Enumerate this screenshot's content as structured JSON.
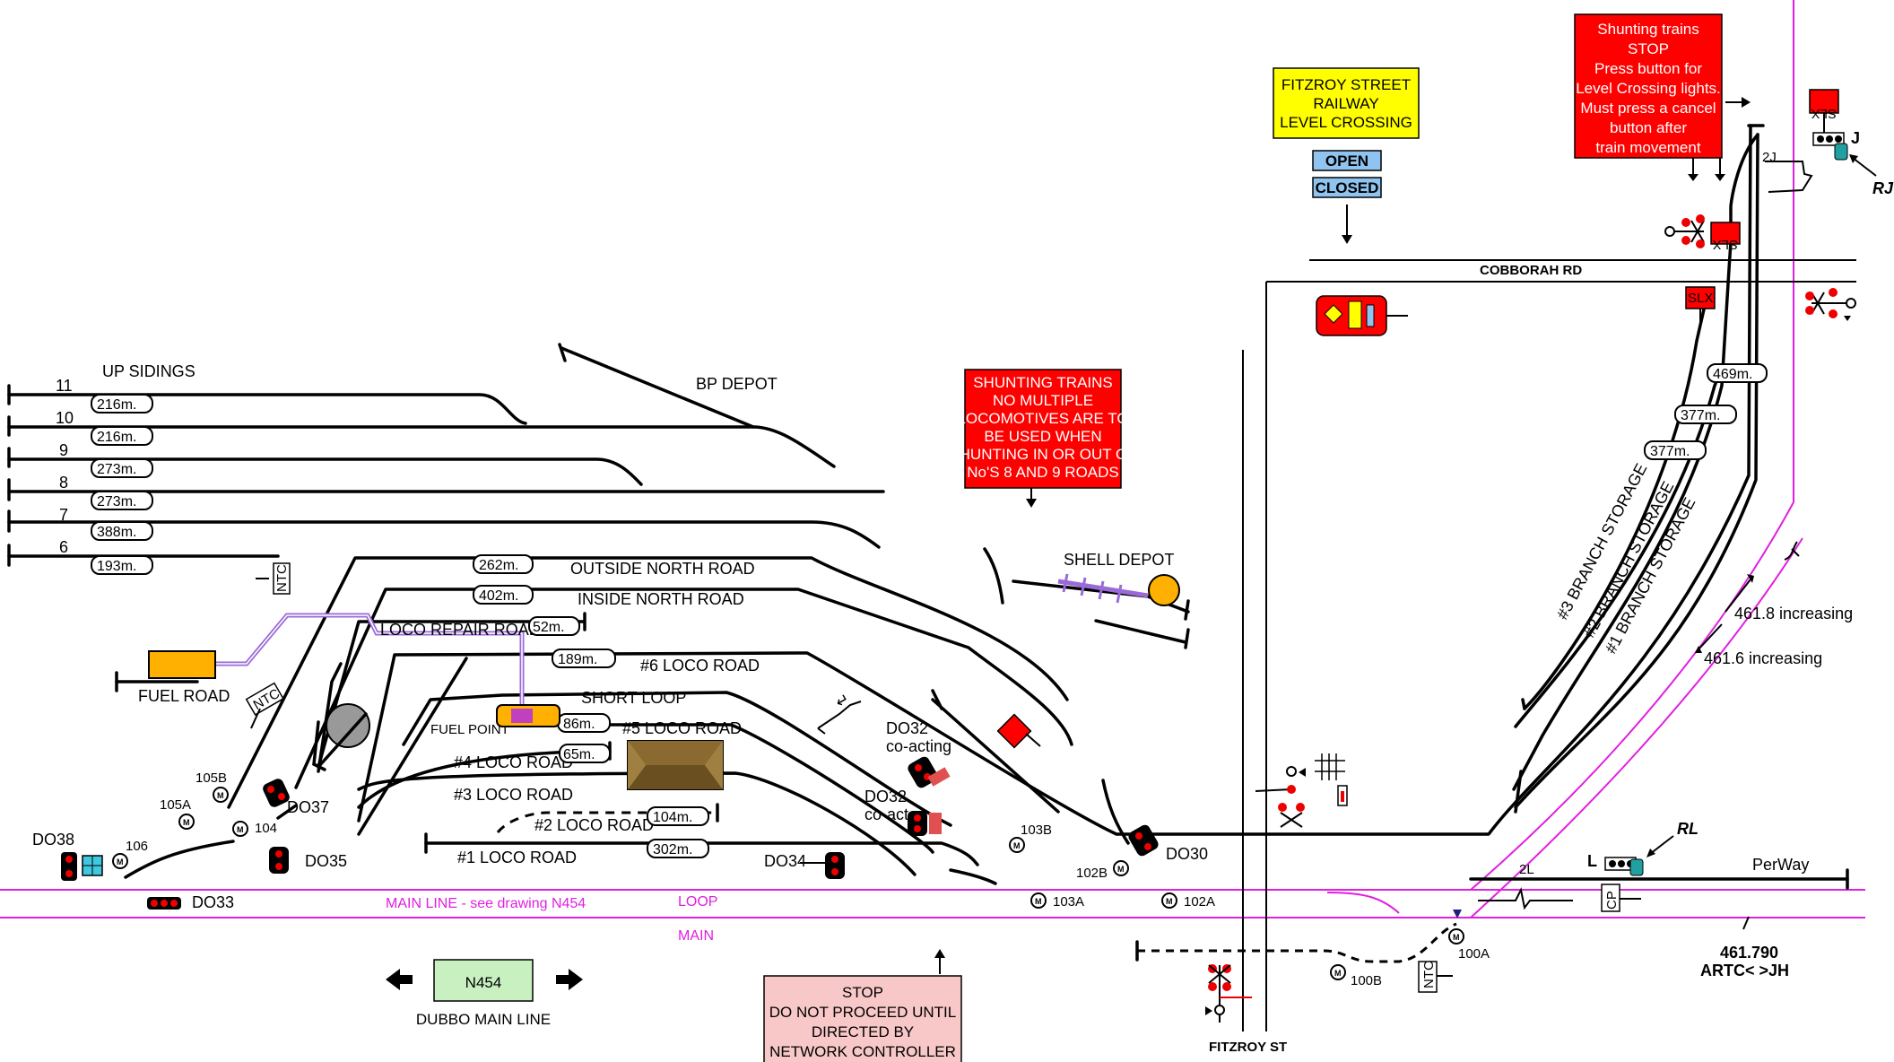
{
  "sidings": {
    "title": "UP SIDINGS",
    "numbers": [
      "11",
      "10",
      "9",
      "8",
      "7",
      "6"
    ],
    "lengths": [
      "216m.",
      "216m.",
      "273m.",
      "273m.",
      "388m.",
      "193m."
    ]
  },
  "depots": {
    "bp": "BP DEPOT",
    "shell": "SHELL DEPOT"
  },
  "roads": {
    "outside_north": "OUTSIDE NORTH ROAD",
    "outside_north_len": "262m.",
    "inside_north": "INSIDE NORTH ROAD",
    "inside_north_len": "402m.",
    "loco_repair": "LOCO REPAIR ROAD",
    "loco_repair_len": "52m.",
    "loco6": "#6 LOCO ROAD",
    "loco6_len": "189m.",
    "short_loop": "SHORT LOOP",
    "loco5": "#5 LOCO ROAD",
    "loco5_len": "86m.",
    "loco4": "#4 LOCO ROAD",
    "loco4_len": "65m.",
    "loco3": "#3 LOCO ROAD",
    "loco2": "#2 LOCO ROAD",
    "loco2_len": "104m.",
    "loco1": "#1 LOCO ROAD",
    "loco1_len": "302m.",
    "fuel_road": "FUEL ROAD",
    "fuel_point": "FUEL POINT"
  },
  "notices": {
    "shunting_multi": [
      "SHUNTING TRAINS",
      "NO MULTIPLE",
      "LOCOMOTIVES ARE TO",
      "BE USED WHEN",
      "SHUNTING IN OR OUT OF",
      "No'S 8 AND 9 ROADS"
    ],
    "fitzroy_crossing": [
      "FITZROY STREET",
      "RAILWAY",
      "LEVEL CROSSING"
    ],
    "crossing_open": "OPEN",
    "crossing_closed": "CLOSED",
    "shunting_stop": [
      "Shunting trains",
      "STOP",
      "Press button for",
      "Level Crossing lights.",
      "Must press a cancel",
      "button after",
      "train movement"
    ],
    "network_stop": [
      "STOP",
      "DO NOT PROCEED UNTIL",
      "DIRECTED BY",
      "NETWORK CONTROLLER"
    ]
  },
  "signals": {
    "do38": "DO38",
    "do33": "DO33",
    "do37": "DO37",
    "do35": "DO35",
    "do34": "DO34",
    "do30": "DO30",
    "do32_coacting": [
      "DO32",
      "co-acting"
    ],
    "do32_coact": [
      "DO32",
      "co-act"
    ]
  },
  "points": {
    "p106": "106",
    "p105a": "105A",
    "p105b": "105B",
    "p104": "104",
    "p103b": "103B",
    "p103a": "103A",
    "p102b": "102B",
    "p102a": "102A",
    "p100a": "100A",
    "p100b": "100B"
  },
  "lines": {
    "main_line": "MAIN LINE - see drawing N454",
    "loop": "LOOP",
    "main": "MAIN",
    "perway": "PerWay",
    "drawing": "N454",
    "dubbo": "DUBBO MAIN LINE"
  },
  "roads_streets": {
    "cobborah": "COBBORAH RD",
    "fitzroy": "FITZROY ST"
  },
  "storage": [
    "#3 BRANCH STORAGE",
    "#2 BRANCH STORAGE",
    "#1 BRANCH STORAGE"
  ],
  "storage_lengths": [
    "469m.",
    "377m.",
    "377m."
  ],
  "kms": {
    "inc": "461.8 increasing",
    "dec": "461.6 increasing",
    "mark": "461.790",
    "artc": "ARTC< >JH"
  },
  "misc": {
    "ntc": "NTC",
    "slx": "SLX",
    "cp": "CP",
    "two_j": "2J",
    "two_l": "2L",
    "j": "J",
    "rj": "RJ",
    "l": "L",
    "rl": "RL"
  },
  "colors": {
    "notice_red": "#ff0000",
    "crossing_yellow": "#ffff00",
    "open_blue": "#8fc4f0",
    "pink_notice": "#f8c8c8",
    "n454_green": "#c8f0c0",
    "fuel_orange": "#ffb000",
    "pipe_purple": "#9a6ad8",
    "main_magenta": "#e020e0"
  }
}
